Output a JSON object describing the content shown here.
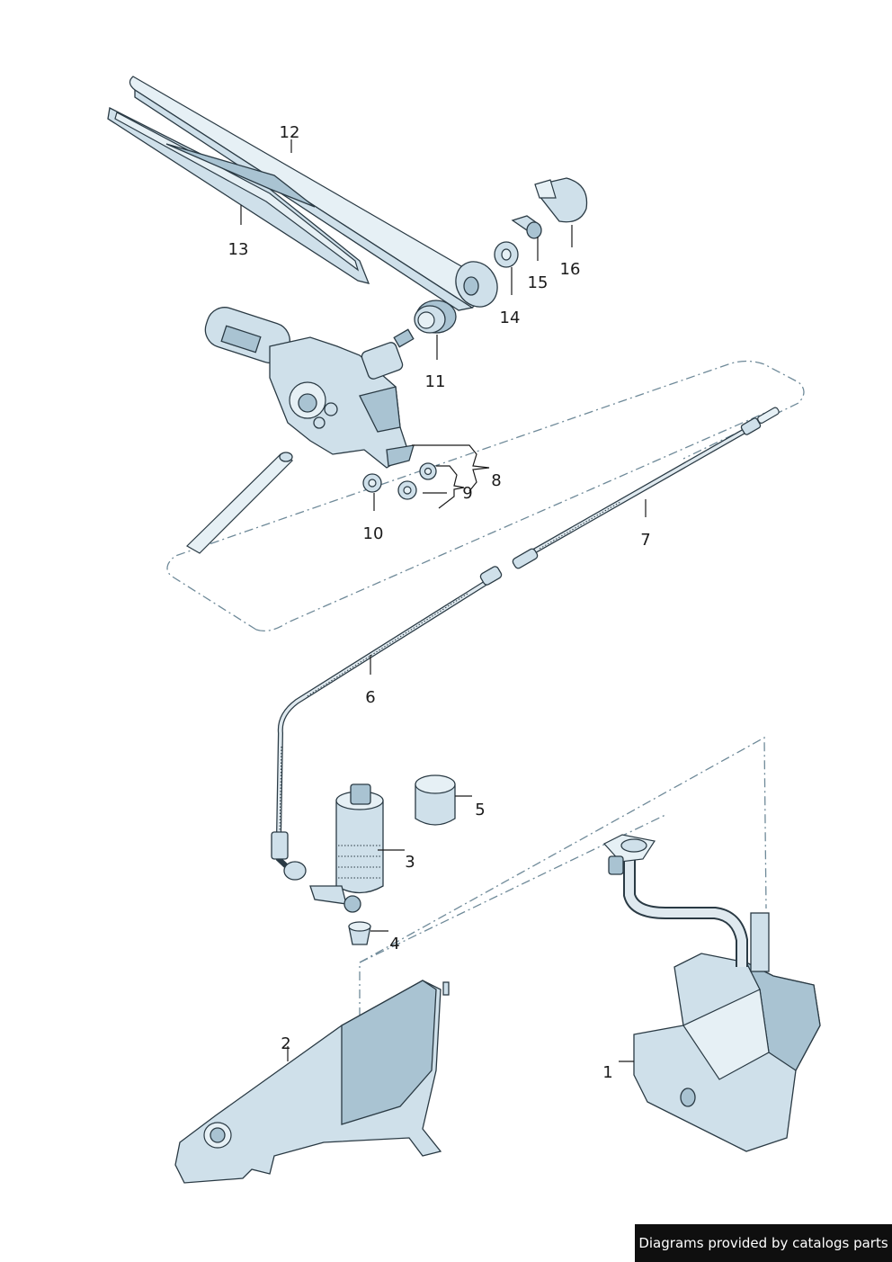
{
  "labels": {
    "p1": "1",
    "p2": "2",
    "p3": "3",
    "p4": "4",
    "p5": "5",
    "p6": "6",
    "p7": "7",
    "p8": "8",
    "p9": "9",
    "p10": "10",
    "p11": "11",
    "p12": "12",
    "p13": "13",
    "p14": "14",
    "p15": "15",
    "p16": "16"
  },
  "credit": "Diagrams provided by catalogs parts"
}
